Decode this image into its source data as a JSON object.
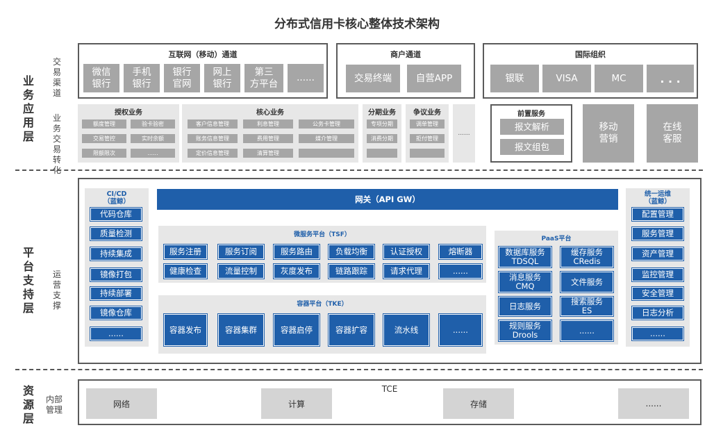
{
  "title": "分布式信用卡核心整体技术架构",
  "layers": {
    "business": "业\n务\n应\n用\n层",
    "platform": "平\n台\n支\n持\n层",
    "resource": "资\n源\n层"
  },
  "sublabels": {
    "channel": "交\n易\n渠\n道",
    "biz": "业\n务\n交\n易\n转\n化",
    "ops": "运\n营\n支\n撑",
    "internal": "内部\n管理"
  },
  "channels": [
    {
      "title": "互联网（移动）通道",
      "items": [
        "微信\n银行",
        "手机\n银行",
        "银行\n官网",
        "网上\n银行",
        "第三\n方平台",
        "......"
      ]
    },
    {
      "title": "商户通道",
      "items": [
        "交易终端",
        "自营APP"
      ]
    },
    {
      "title": "国际组织",
      "items": [
        "银联",
        "VISA",
        "MC",
        ". . ."
      ]
    }
  ],
  "biz": {
    "auth": {
      "title": "授权业务",
      "items": [
        "额度管理",
        "验卡验密",
        "交易管控",
        "实时余额",
        "限额限次",
        "......"
      ]
    },
    "core": {
      "title": "核心业务",
      "items": [
        "客户信息管理",
        "利息管理",
        "公务卡管理",
        "账务信息管理",
        "费用管理",
        "媒介管理",
        "定价信息管理",
        "清算管理",
        ""
      ]
    },
    "install": {
      "title": "分期业务",
      "items": [
        "专项分期",
        "消费分期",
        ""
      ]
    },
    "dispute": {
      "title": "争议业务",
      "items": [
        "调单管理",
        "拒付管理",
        ""
      ]
    },
    "more": "......",
    "front": {
      "title": "前置服务",
      "items": [
        "报文解析",
        "报文组包"
      ]
    },
    "mobile": "移动\n营销",
    "online": "在线\n客服"
  },
  "platform": {
    "cicd": {
      "title": "CI/CD\n（蓝鲸）",
      "items": [
        "代码仓库",
        "质量检测",
        "持续集成",
        "镜像打包",
        "持续部署",
        "镜像仓库",
        "......"
      ]
    },
    "gateway": "网关（API GW）",
    "tsf": {
      "title": "微服务平台（TSF）",
      "items": [
        "服务注册",
        "服务订阅",
        "服务路由",
        "负载均衡",
        "认证授权",
        "熔断器",
        "健康检查",
        "流量控制",
        "灰度发布",
        "链路跟踪",
        "请求代理",
        "......"
      ]
    },
    "tke": {
      "title": "容器平台（TKE）",
      "items": [
        "容器发布",
        "容器集群",
        "容器启停",
        "容器扩容",
        "流水线",
        "......"
      ]
    },
    "paas": {
      "title": "PaaS平台",
      "items": [
        "数据库服务\nTDSQL",
        "缓存服务\nCRedis",
        "消息服务\nCMQ",
        "文件服务",
        "日志服务",
        "搜索服务\nES",
        "规则服务\nDrools",
        "......"
      ]
    },
    "ops": {
      "title": "统一运维\n（蓝鲸）",
      "items": [
        "配置管理",
        "服务管理",
        "资产管理",
        "监控管理",
        "安全管理",
        "日志分析",
        "......"
      ]
    }
  },
  "resource": {
    "title": "TCE",
    "items": [
      "网络",
      "计算",
      "存储",
      "......"
    ]
  }
}
